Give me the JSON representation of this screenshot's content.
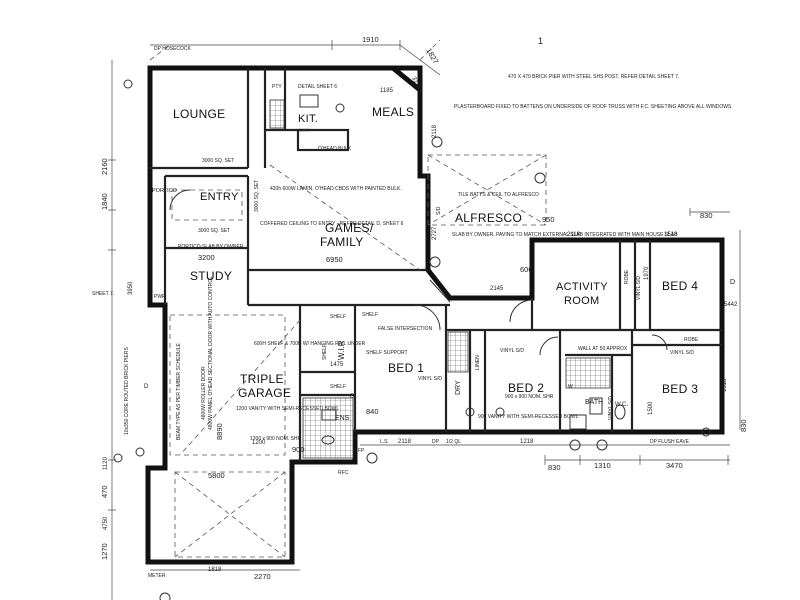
{
  "rooms": {
    "lounge": "LOUNGE",
    "kit": "KIT.",
    "meals": "MEALS",
    "entry": "ENTRY",
    "portico": "PORTICO",
    "games_1": "GAMES/",
    "games_2": "FAMILY",
    "alfresco": "ALFRESCO",
    "study": "STUDY",
    "activity_1": "ACTIVITY",
    "activity_2": "ROOM",
    "bed4": "BED 4",
    "bed1": "BED 1",
    "bed2": "BED 2",
    "bed3": "BED 3",
    "garage_1": "TRIPLE",
    "garage_2": "GARAGE",
    "wir": "W.I.R",
    "ens": "ENS",
    "bath": "BATH",
    "wc": "W.C.",
    "dry": "DRY",
    "linen": "LINEN",
    "shelf": "SHELF",
    "robe": "ROBE",
    "pantry": "PTY"
  },
  "dimensions": {
    "d1910": "1910",
    "d1827": "1827",
    "d3115": "3115",
    "d3200": "3200",
    "d6950": "6950",
    "d2118_top": "2118",
    "d1518": "1518",
    "d830_top": "830",
    "d950": "950",
    "d600": "600",
    "d2145": "2145",
    "d1475": "1475",
    "d840": "840",
    "d900": "900",
    "d5800": "5800",
    "d2270": "2270",
    "d1818": "1818",
    "d2118_bot": "2118",
    "d1218": "1218",
    "d830_bot": "830",
    "d1310": "1310",
    "d3470": "3470",
    "d830_right": "830",
    "d1840": "1840",
    "d2160": "2160",
    "d470": "470",
    "d1270": "1270",
    "d1500": "1500",
    "d5442": "5442",
    "d1518_right": "1518",
    "d3950": "3950",
    "d2118_side": "2118",
    "d2727": "2727",
    "d8890": "8890",
    "d1120": "1120",
    "d4750": "4750",
    "d1970": "1970",
    "d1200": "1200",
    "d1185": "1185"
  },
  "notes": {
    "hosecock": "DP HOSECOCK",
    "portico_slab": "PORTICO SLAB BY OWNER",
    "coffered": "COFFERED CEILING TO ENTRY - REFER DETAIL D, SHEET 6",
    "lamin": "420h 600W LAMIN. O'HEAD CBDS WITH PAINTED BULK.",
    "plasterboard": "PLASTERBOARD FIXED TO BATTENS ON UNDERSIDE OF ROOF TRUSS WITH F.C. SHEETING ABOVE ALL WINDOWS",
    "brick_pier": "470 X 470 BRICK PIER WITH STEEL SHS POST. REFER DETAIL SHEET 7.",
    "roller_door": "4800W ROLLER DOOR",
    "sectional_door": "4800W PANEL O'HEAD SECTIONAL DOOR WITH AUTO CONTROL",
    "beam": "BEAM TYPE AS PER TIMBER SCHEDULE",
    "vanity": "1200 VANITY WITH SEMI-RECESSED BOWL",
    "shower": "1200 x 900 NOM. SHR",
    "vanity2": "900 VANITY WITH SEMI-RECESSED BOWL",
    "shr2": "900 x 900 NOM. SHR",
    "shelf_support": "SHELF SUPPORT",
    "false_int": "FALSE INTERSECTION",
    "shelf_rail": "600H SHELF & 700H W/ HANGING RAIL UNDER",
    "wall_sf": "WALL AT 50 APPROX",
    "dp": "DP",
    "flush_eave": "DP FLUSH EAVE",
    "meter": "METER",
    "core_piers": "10x350 CORE ROUTED BRICK PIERS",
    "rfc": "RFC",
    "alfresco_note": "TILE BATTS & CEIL TO ALFRESCO",
    "alfresco_slab": "SLAB BY OWNER. PAVING TO MATCH EXTERNAL SLAB INTEGRATED WITH MAIN HOUSE SLAB",
    "detail6": "DETAIL SHEET 6",
    "pwr": "PWR",
    "l_s": "L.S.",
    "fp": "FP",
    "ql": "1/2 QL",
    "sq_set_1": "3000 SQ. SET",
    "sq_set_2": "3000 SQ. SET",
    "sq_set_3": "3000 SQ. SET",
    "vinyl_1": "VINYL S/D",
    "vinyl_2": "VINYL S/D",
    "vinyl_3": "VINYL S/D",
    "vinyl_4": "VINYL S/D",
    "vinyl_5": "VINYL S/D",
    "sd": "S/D",
    "robe_2": "ROBE",
    "shelf_2": "SHELF",
    "shelf_3": "SHELF",
    "annot_1": "1",
    "overhead_bulk": "O'HEAD BULK",
    "sheet_7": "SHEET 7.",
    "shelf_4": "SHELF",
    "w": "W",
    "d_right": "D",
    "d_left": "D",
    "d_ens": "D"
  }
}
